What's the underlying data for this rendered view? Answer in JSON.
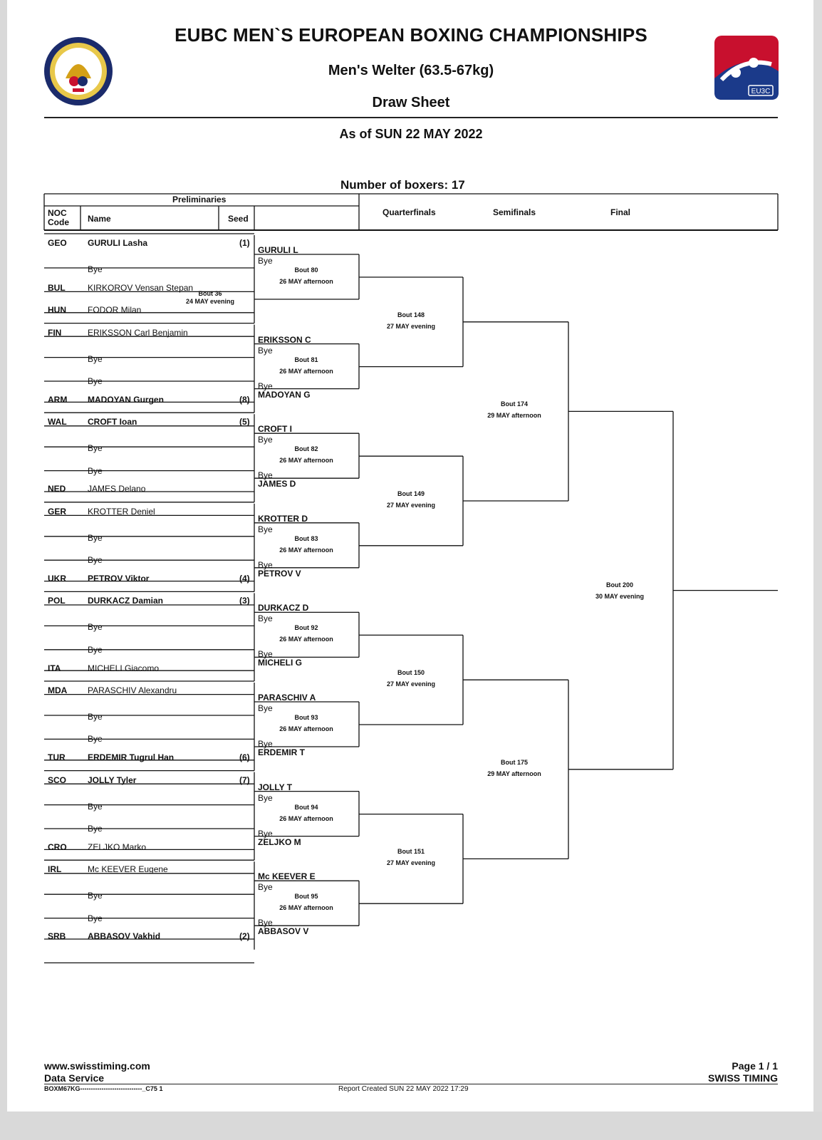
{
  "header": {
    "title": "EUBC MEN`S EUROPEAN BOXING CHAMPIONSHIPS",
    "subtitle": "Men's Welter (63.5-67kg)",
    "doc_type": "Draw Sheet",
    "as_of": "As of SUN 22 MAY 2022",
    "boxers_count": "Number of boxers: 17",
    "right_logo_text": "EU3C"
  },
  "table_headers": {
    "preliminaries": "Preliminaries",
    "noc_code_line1": "NOC",
    "noc_code_line2": "Code",
    "name": "Name",
    "seed": "Seed",
    "quarterfinals": "Quarterfinals",
    "semifinals": "Semifinals",
    "final": "Final"
  },
  "entries": [
    {
      "noc": "GEO",
      "name": "GURULI Lasha",
      "seed": "(1)"
    },
    {
      "noc": "",
      "name": "Bye",
      "seed": ""
    },
    {
      "noc": "BUL",
      "name": "KIRKOROV Vensan Stepan",
      "seed": ""
    },
    {
      "noc": "HUN",
      "name": "FODOR Milan",
      "seed": ""
    },
    {
      "noc": "FIN",
      "name": "ERIKSSON Carl Benjamin",
      "seed": ""
    },
    {
      "noc": "",
      "name": "Bye",
      "seed": ""
    },
    {
      "noc": "",
      "name": "Bye",
      "seed": ""
    },
    {
      "noc": "ARM",
      "name": "MADOYAN Gurgen",
      "seed": "(8)"
    },
    {
      "noc": "WAL",
      "name": "CROFT Ioan",
      "seed": "(5)"
    },
    {
      "noc": "",
      "name": "Bye",
      "seed": ""
    },
    {
      "noc": "",
      "name": "Bye",
      "seed": ""
    },
    {
      "noc": "NED",
      "name": "JAMES Delano",
      "seed": ""
    },
    {
      "noc": "GER",
      "name": "KROTTER Deniel",
      "seed": ""
    },
    {
      "noc": "",
      "name": "Bye",
      "seed": ""
    },
    {
      "noc": "",
      "name": "Bye",
      "seed": ""
    },
    {
      "noc": "UKR",
      "name": "PETROV Viktor",
      "seed": "(4)"
    },
    {
      "noc": "POL",
      "name": "DURKACZ Damian",
      "seed": "(3)"
    },
    {
      "noc": "",
      "name": "Bye",
      "seed": ""
    },
    {
      "noc": "",
      "name": "Bye",
      "seed": ""
    },
    {
      "noc": "ITA",
      "name": "MICHELI Giacomo",
      "seed": ""
    },
    {
      "noc": "MDA",
      "name": "PARASCHIV Alexandru",
      "seed": ""
    },
    {
      "noc": "",
      "name": "Bye",
      "seed": ""
    },
    {
      "noc": "",
      "name": "Bye",
      "seed": ""
    },
    {
      "noc": "TUR",
      "name": "ERDEMIR Tugrul Han",
      "seed": "(6)"
    },
    {
      "noc": "SCO",
      "name": "JOLLY Tyler",
      "seed": "(7)"
    },
    {
      "noc": "",
      "name": "Bye",
      "seed": ""
    },
    {
      "noc": "",
      "name": "Bye",
      "seed": ""
    },
    {
      "noc": "CRO",
      "name": "ZELJKO Marko",
      "seed": ""
    },
    {
      "noc": "IRL",
      "name": "Mc KEEVER Eugene",
      "seed": ""
    },
    {
      "noc": "",
      "name": "Bye",
      "seed": ""
    },
    {
      "noc": "",
      "name": "Bye",
      "seed": ""
    },
    {
      "noc": "SRB",
      "name": "ABBASOV Vakhid",
      "seed": "(2)"
    }
  ],
  "prelim_bout": {
    "bout": "Bout 36",
    "time": "24 MAY evening"
  },
  "round1": [
    {
      "top": "GURULI L",
      "top_sub": "Bye",
      "bottom": "",
      "bottom_sub": "",
      "bout": "Bout 80",
      "time": "26 MAY afternoon"
    },
    {
      "top": "ERIKSSON C",
      "top_sub": "Bye",
      "bottom": "MADOYAN G",
      "bottom_sub": "Bye",
      "bout": "Bout 81",
      "time": "26 MAY afternoon"
    },
    {
      "top": "CROFT I",
      "top_sub": "Bye",
      "bottom": "JAMES D",
      "bottom_sub": "Bye",
      "bout": "Bout 82",
      "time": "26 MAY afternoon"
    },
    {
      "top": "KROTTER D",
      "top_sub": "Bye",
      "bottom": "PETROV V",
      "bottom_sub": "Bye",
      "bout": "Bout 83",
      "time": "26 MAY afternoon"
    },
    {
      "top": "DURKACZ D",
      "top_sub": "Bye",
      "bottom": "MICHELI G",
      "bottom_sub": "Bye",
      "bout": "Bout 92",
      "time": "26 MAY afternoon"
    },
    {
      "top": "PARASCHIV A",
      "top_sub": "Bye",
      "bottom": "ERDEMIR T",
      "bottom_sub": "Bye",
      "bout": "Bout 93",
      "time": "26 MAY afternoon"
    },
    {
      "top": "JOLLY T",
      "top_sub": "Bye",
      "bottom": "ZELJKO M",
      "bottom_sub": "Bye",
      "bout": "Bout 94",
      "time": "26 MAY afternoon"
    },
    {
      "top": "Mc KEEVER E",
      "top_sub": "Bye",
      "bottom": "ABBASOV V",
      "bottom_sub": "Bye",
      "bout": "Bout 95",
      "time": "26 MAY afternoon"
    }
  ],
  "quarterfinals": [
    {
      "bout": "Bout 148",
      "time": "27 MAY evening"
    },
    {
      "bout": "Bout 149",
      "time": "27 MAY evening"
    },
    {
      "bout": "Bout 150",
      "time": "27 MAY evening"
    },
    {
      "bout": "Bout 151",
      "time": "27 MAY evening"
    }
  ],
  "semifinals": [
    {
      "bout": "Bout 174",
      "time": "29 MAY afternoon"
    },
    {
      "bout": "Bout 175",
      "time": "29 MAY afternoon"
    }
  ],
  "final": {
    "bout": "Bout 200",
    "time": "30 MAY evening"
  },
  "footer": {
    "website": "www.swisstiming.com",
    "data_service": "Data Service",
    "code": "BOXM67KG-----------------------------_C75 1",
    "report_created": "Report Created  SUN 22 MAY 2022 17:29",
    "page": "Page 1 / 1",
    "company": "SWISS TIMING"
  }
}
